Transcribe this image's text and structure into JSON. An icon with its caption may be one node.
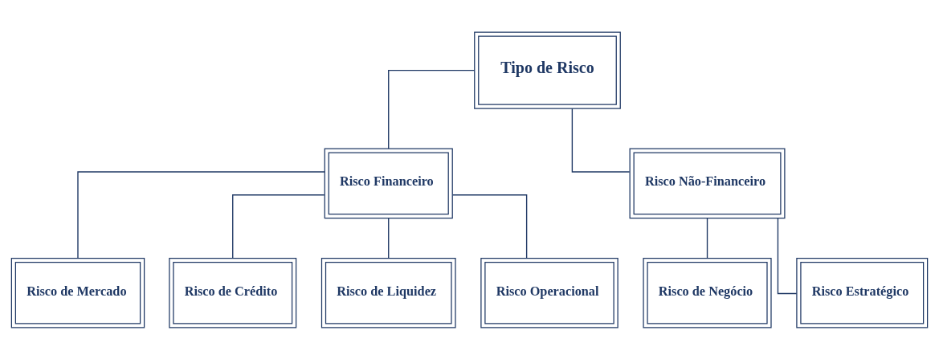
{
  "diagram": {
    "nodes": [
      {
        "text": [
          "Tipo de Risco"
        ]
      },
      {
        "text": [
          "Risco Financeiro"
        ]
      },
      {
        "text": [
          "Risco Não-Financeiro"
        ]
      },
      {
        "text": [
          "Risco de Mercado"
        ]
      },
      {
        "text": [
          "Risco de Crédito"
        ]
      },
      {
        "text": [
          "Risco de Liquidez"
        ]
      },
      {
        "text": [
          "Risco Operacional"
        ]
      },
      {
        "text": [
          "Risco de Negócio"
        ]
      },
      {
        "text": [
          "Risco Estratégico"
        ]
      }
    ],
    "edges": [
      {
        "from": 0,
        "to": 1,
        "arrow": "none"
      },
      {
        "from": 0,
        "to": 2,
        "arrow": "none"
      },
      {
        "from": 1,
        "to": 3,
        "arrow": "none"
      },
      {
        "from": 1,
        "to": 4,
        "arrow": "none"
      },
      {
        "from": 1,
        "to": 5,
        "arrow": "none"
      },
      {
        "from": 1,
        "to": 6,
        "arrow": "none"
      },
      {
        "from": 2,
        "to": 7,
        "arrow": "none"
      },
      {
        "from": 2,
        "to": 8,
        "arrow": "none"
      }
    ]
  }
}
